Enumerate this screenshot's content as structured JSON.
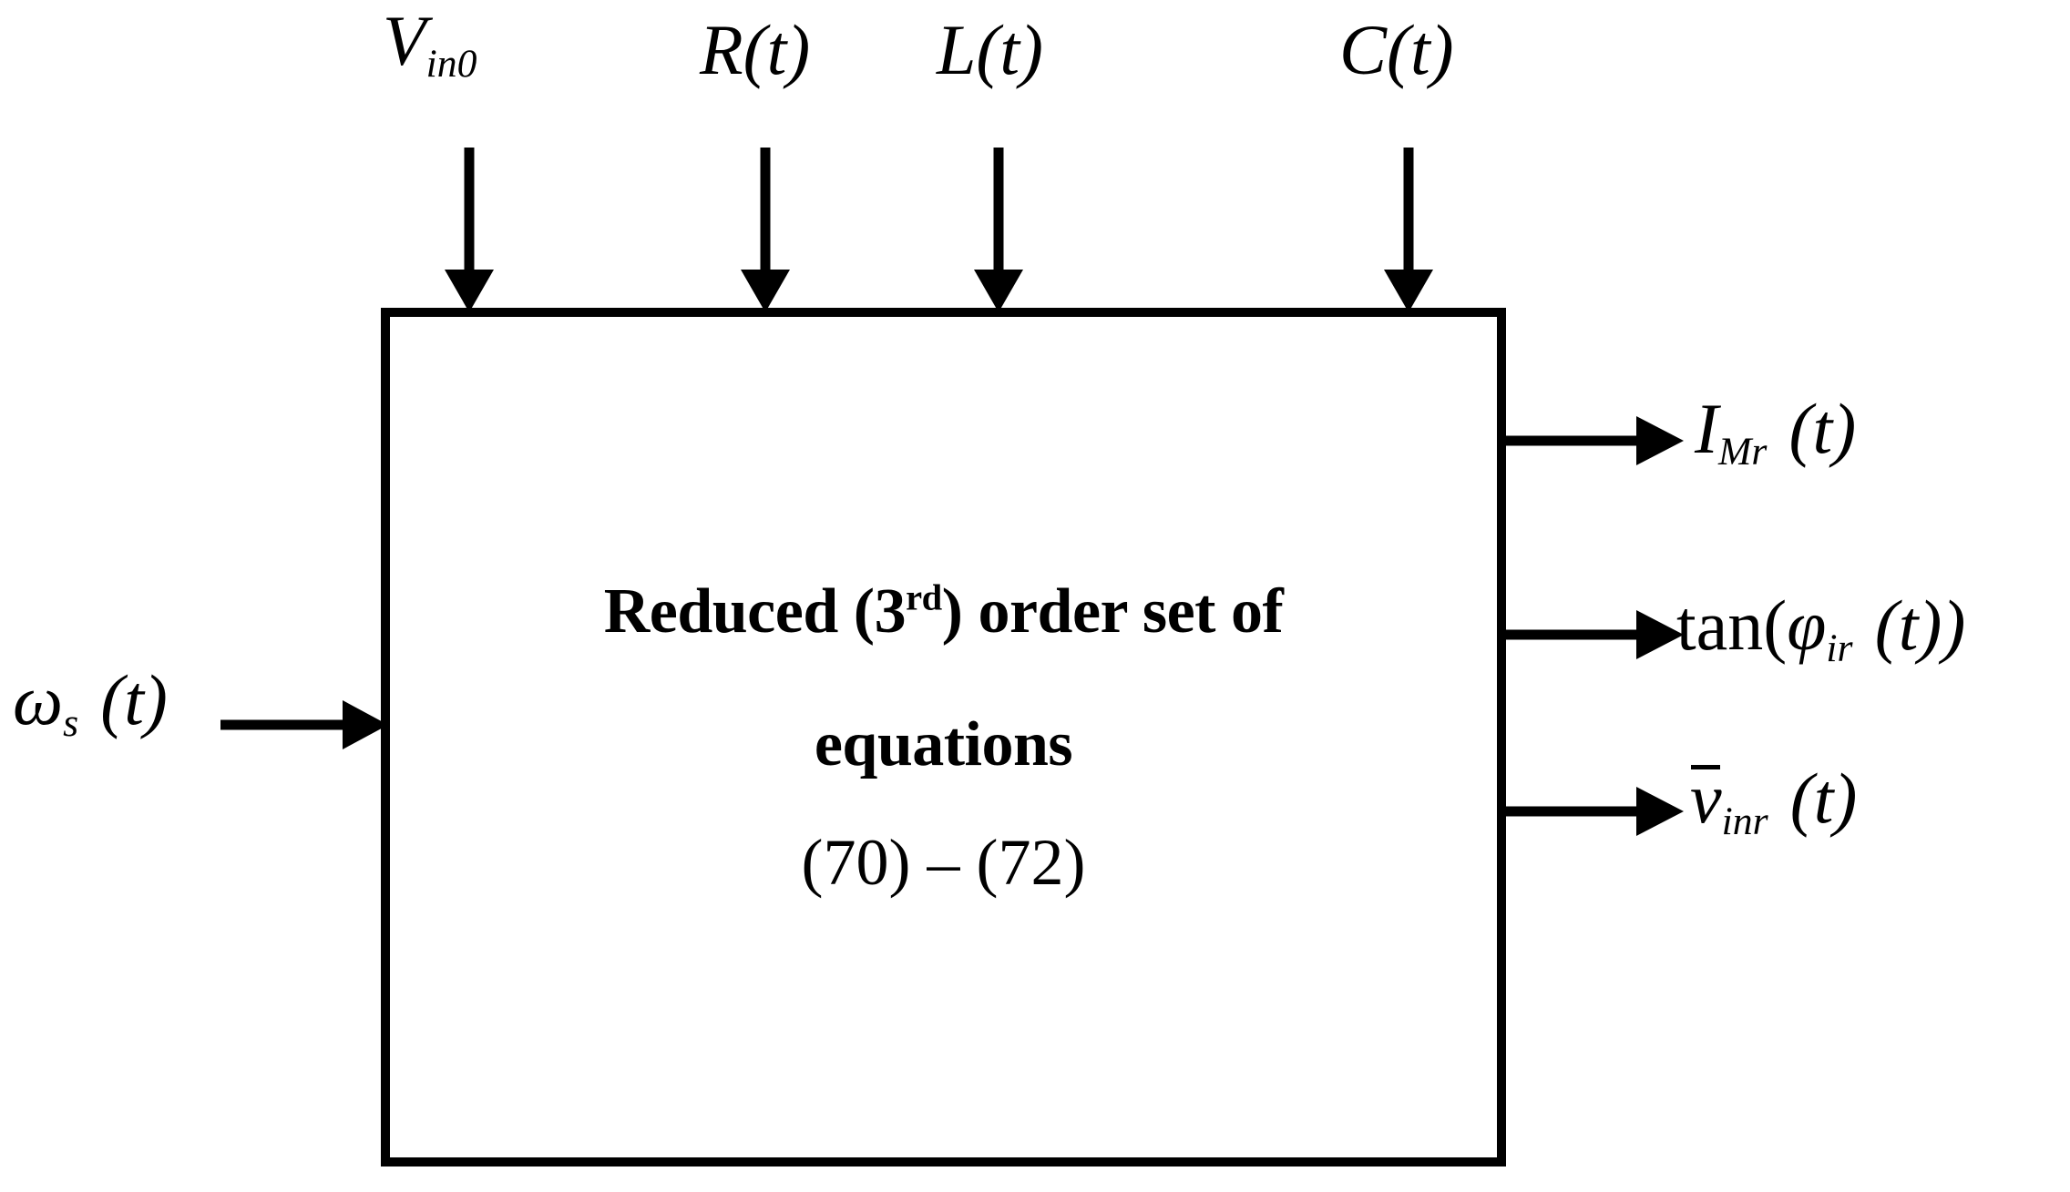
{
  "diagram": {
    "title": "Reduced third order set of equations block diagram",
    "background_color": "#ffffff",
    "line_color": "#000000",
    "block": {
      "line1_prefix": "Reduced (3",
      "line1_ordinal": "rd",
      "line1_suffix": ") order set of",
      "line2": "equations",
      "line3": "(70) – (72)"
    },
    "inputs_top": [
      {
        "id": "v-in0",
        "symbol": "V",
        "subscript": "in0",
        "arg": "",
        "label_text": "V in0"
      },
      {
        "id": "r-t",
        "symbol": "R",
        "subscript": "",
        "arg": "(t)",
        "label_text": "R(t)"
      },
      {
        "id": "l-t",
        "symbol": "L",
        "subscript": "",
        "arg": "(t)",
        "label_text": "L(t)"
      },
      {
        "id": "c-t",
        "symbol": "C",
        "subscript": "",
        "arg": "(t)",
        "label_text": "C(t)"
      }
    ],
    "inputs_left": [
      {
        "id": "omega-s",
        "symbol": "ω",
        "subscript": "s",
        "arg": "(t)",
        "label_text": "ωs(t)"
      }
    ],
    "outputs_right": [
      {
        "id": "i-mr",
        "symbol": "I",
        "subscript": "Mr",
        "arg": "(t)",
        "label_text": "IMr(t)"
      },
      {
        "id": "tan-phi",
        "prefix": "tan(",
        "symbol": "φ",
        "subscript": "ir",
        "arg": "(t)",
        "suffix": ")",
        "label_text": "tan(φir(t))"
      },
      {
        "id": "v-inr",
        "symbol": "v",
        "overbar": true,
        "subscript": "inr",
        "arg": "(t)",
        "label_text": "v̄inr(t)"
      }
    ]
  }
}
